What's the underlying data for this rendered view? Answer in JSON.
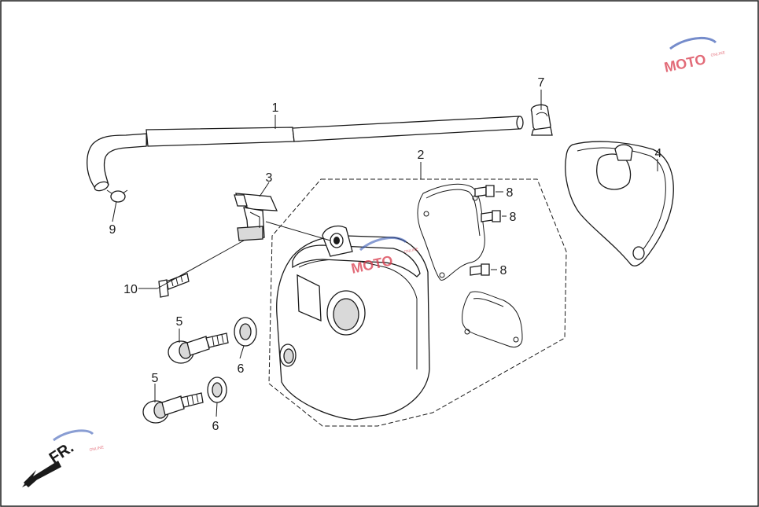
{
  "diagram": {
    "callouts": {
      "c1": "1",
      "c2": "2",
      "c3": "3",
      "c4": "4",
      "c5a": "5",
      "c5b": "5",
      "c6a": "6",
      "c6b": "6",
      "c7": "7",
      "c8a": "8",
      "c8b": "8",
      "c8c": "8",
      "c9": "9",
      "c10": "10"
    },
    "direction_label": "FR.",
    "watermark": {
      "logo_text": "MOTO",
      "sub_text": "ONLINE"
    },
    "colors": {
      "line": "#1a1a1a",
      "shade": "#d9d9d9",
      "watermark_red": "#d93a4b",
      "watermark_blue": "#3b5bb5"
    }
  }
}
